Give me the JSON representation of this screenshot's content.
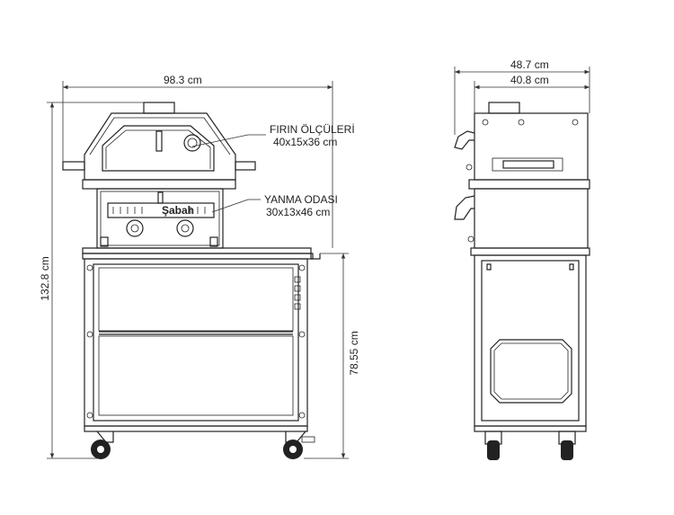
{
  "dimensions": {
    "front_width": "98.3 cm",
    "total_height": "132.8 cm",
    "table_height": "78.55 cm",
    "side_depth_outer": "48.7 cm",
    "side_depth_inner": "40.8 cm"
  },
  "callouts": {
    "oven_title": "FIRIN ÖLÇÜLERİ",
    "oven_size": "40x15x36 cm",
    "firebox_title": "YANMA ODASI",
    "firebox_size": "30x13x46 cm"
  },
  "branding": {
    "logo_text": "Şabah"
  }
}
